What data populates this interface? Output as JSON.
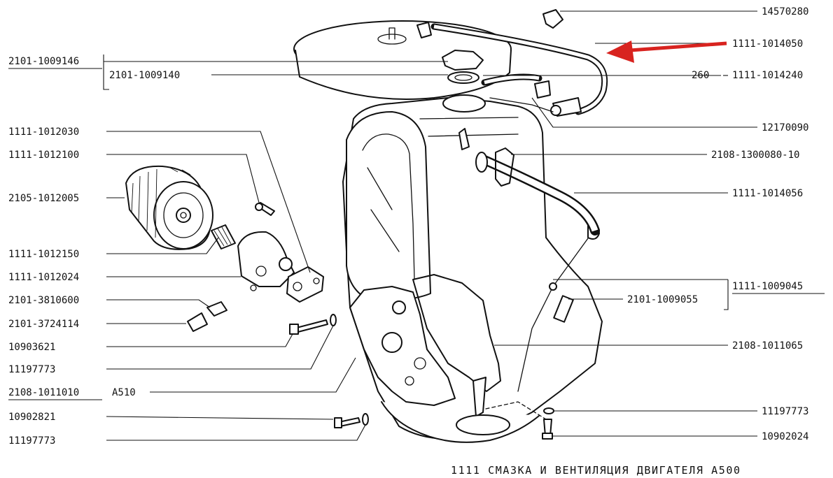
{
  "diagram": {
    "caption": "1111  СМАЗКА И ВЕНТИЛЯЦИЯ ДВИГАТЕЛЯ  A500",
    "labels": {
      "p14570280": "14570280",
      "p1111_1014050": "1111-1014050",
      "p1111_1014240": "1111-1014240",
      "p260": "260",
      "p2101_1009146": "2101-1009146",
      "p2101_1009140": "2101-1009140",
      "p12170090": "12170090",
      "p1111_1012030": "1111-1012030",
      "p2108_1300080_10": "2108-1300080-10",
      "p1111_1012100": "1111-1012100",
      "p2105_1012005": "2105-1012005",
      "p1111_1014056": "1111-1014056",
      "p1111_1012150": "1111-1012150",
      "p1111_1012024": "1111-1012024",
      "p1111_1009045": "1111-1009045",
      "p2101_3810600": "2101-3810600",
      "p2101_1009055": "2101-1009055",
      "p2101_3724114": "2101-3724114",
      "p10903621": "10903621",
      "p2108_1011065": "2108-1011065",
      "p11197773_a": "11197773",
      "p2108_1011010": "2108-1011010",
      "pA510": "A510",
      "p10902821": "10902821",
      "p11197773_b": "11197773",
      "p11197773_c": "11197773",
      "p10902024": "10902024"
    }
  }
}
